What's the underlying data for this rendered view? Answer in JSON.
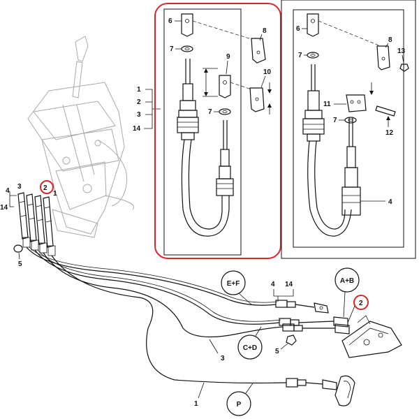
{
  "diagram": {
    "callouts": {
      "e_f": "E+F",
      "a_b": "A+B",
      "c_d": "C+D",
      "p": "P"
    },
    "left_labels": {
      "l1": "1",
      "l2": "2",
      "l3": "3",
      "l14": "14"
    },
    "lower_left_labels": {
      "n4": "4",
      "n3": "3",
      "n2": "2",
      "n1": "1",
      "n14": "14",
      "n5": "5"
    },
    "bottom_labels": {
      "n3": "3",
      "n5": "5",
      "n1": "1",
      "n4": "4",
      "n14": "14",
      "n2": "2"
    },
    "inset_left_labels": {
      "n6": "6",
      "n8": "8",
      "n7": "7",
      "n9": "9",
      "n10": "10",
      "n7b": "7"
    },
    "inset_right_labels": {
      "n6": "6",
      "n8": "8",
      "n7": "7",
      "n13": "13",
      "n11": "11",
      "n7b": "7",
      "n12": "12",
      "n4": "4"
    },
    "colors": {
      "line": "#111111",
      "highlight": "#d9262b",
      "faint": "#a8a8a8"
    }
  }
}
